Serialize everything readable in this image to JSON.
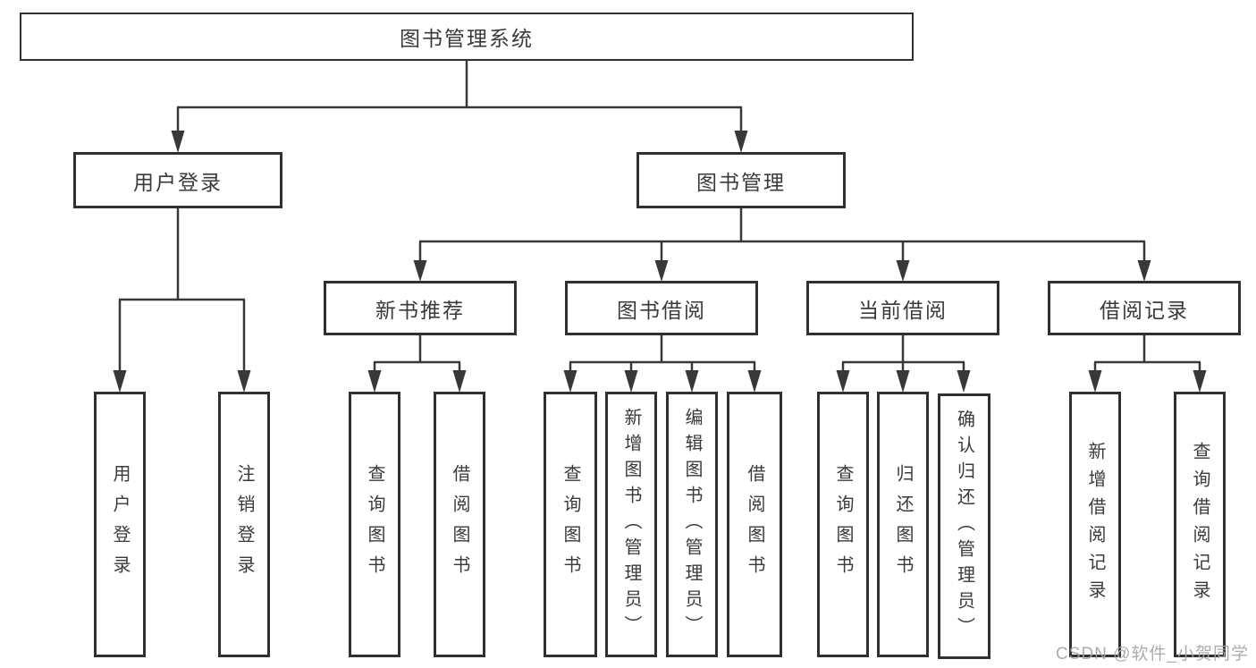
{
  "tree": {
    "label": "图书管理系统",
    "children": [
      {
        "label": "用户登录",
        "children": [
          {
            "label": "用户登录"
          },
          {
            "label": "注销登录"
          }
        ]
      },
      {
        "label": "图书管理",
        "children": [
          {
            "label": "新书推荐",
            "children": [
              {
                "label": "查询图书"
              },
              {
                "label": "借阅图书"
              }
            ]
          },
          {
            "label": "图书借阅",
            "children": [
              {
                "label": "查询图书"
              },
              {
                "label": "新增图书（管理员）"
              },
              {
                "label": "编辑图书（管理员）"
              },
              {
                "label": "借阅图书"
              }
            ]
          },
          {
            "label": "当前借阅",
            "children": [
              {
                "label": "查询图书"
              },
              {
                "label": "归还图书"
              },
              {
                "label": "确认归还（管理员）"
              }
            ]
          },
          {
            "label": "借阅记录",
            "children": [
              {
                "label": "新增借阅记录"
              },
              {
                "label": "查询借阅记录"
              }
            ]
          }
        ]
      }
    ]
  },
  "watermark": {
    "text": "CSDN @软件_小贺同学"
  },
  "colors": {
    "background": "#ffffff",
    "box_border": "#303030",
    "connector_line": "#383838",
    "text": "#3a3a3a",
    "watermark_text": "#a6a6a6"
  }
}
